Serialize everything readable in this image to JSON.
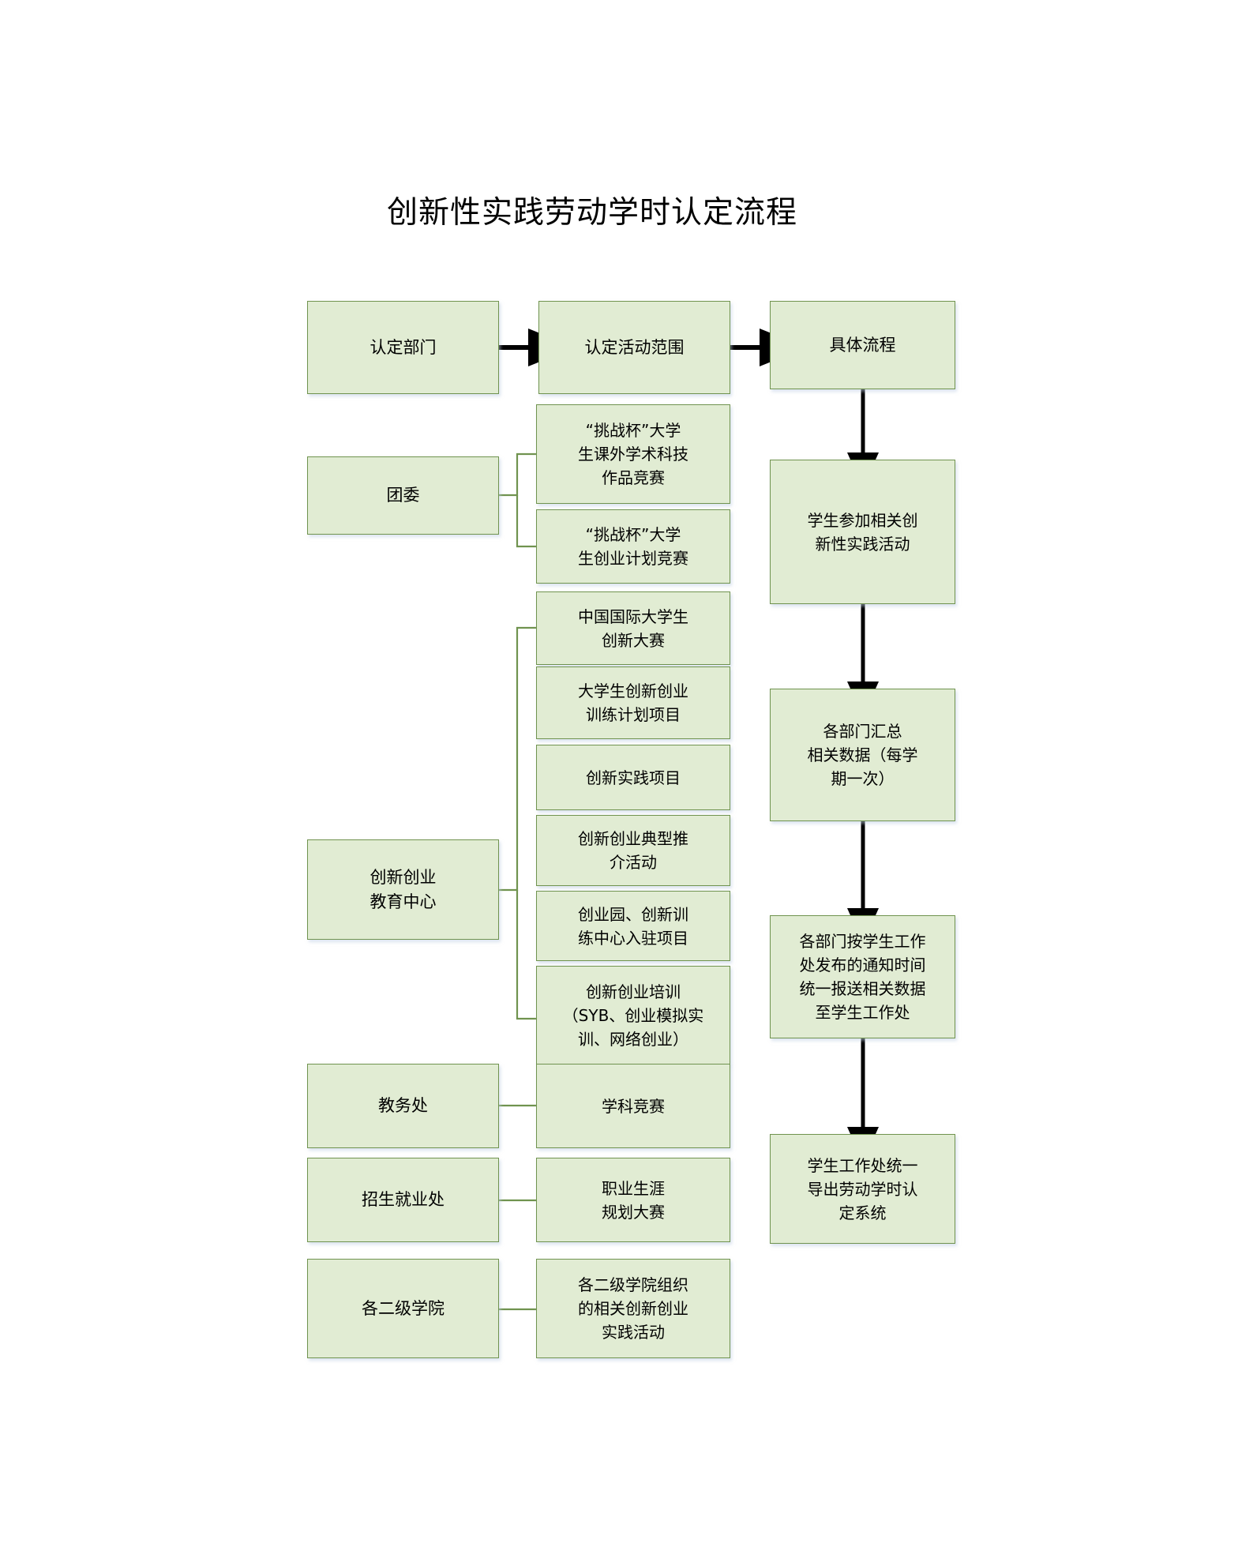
{
  "page": {
    "title": "创新性实践劳动学时认定流程",
    "background_color": "#ffffff",
    "node_fill": "#e1ecd3",
    "node_border": "#70934f",
    "arrow_color": "#000000",
    "connector_color": "#70934f"
  },
  "header_row": {
    "box_departments": "认定部门",
    "box_scope": "认定活动范围",
    "box_process": "具体流程"
  },
  "departments": [
    {
      "name": "团委",
      "activities": [
        "“挑战杯”大学\n生课外学术科技\n作品竞赛",
        "“挑战杯”大学\n生创业计划竞赛"
      ]
    },
    {
      "name": "创新创业\n教育中心",
      "activities": [
        "中国国际大学生\n创新大赛",
        "大学生创新创业\n训练计划项目",
        "创新实践项目",
        "创新创业典型推\n介活动",
        "创业园、创新训\n练中心入驻项目",
        "创新创业培训\n（SYB、创业模拟实\n训、网络创业）"
      ]
    },
    {
      "name": "教务处",
      "activities": [
        "学科竞赛"
      ]
    },
    {
      "name": "招生就业处",
      "activities": [
        "职业生涯\n规划大赛"
      ]
    },
    {
      "name": "各二级学院",
      "activities": [
        "各二级学院组织\n的相关创新创业\n实践活动"
      ]
    }
  ],
  "process_steps": [
    "学生参加相关创\n新性实践活动",
    "各部门汇总\n相关数据（每学\n期一次）",
    "各部门按学生工作\n处发布的通知时间\n统一报送相关数据\n至学生工作处",
    "学生工作处统一\n导出劳动学时认\n定系统"
  ]
}
